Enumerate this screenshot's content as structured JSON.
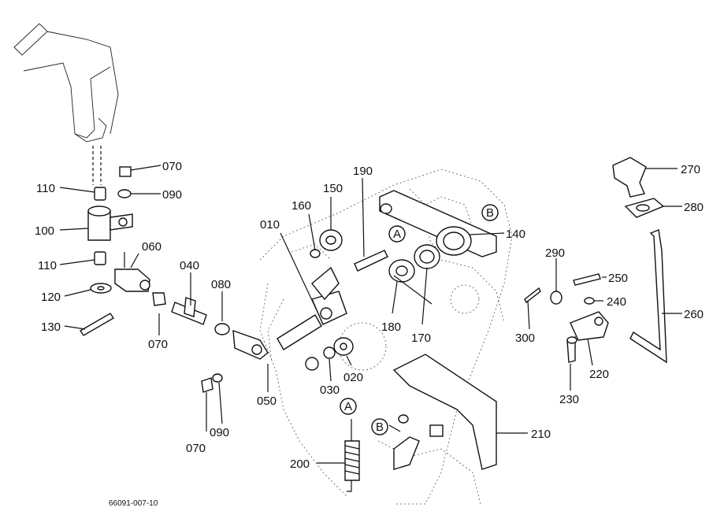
{
  "diagram": {
    "drawing_number": "66091-007-10",
    "part_labels": [
      "070",
      "110",
      "090",
      "100",
      "060",
      "110",
      "040",
      "120",
      "080",
      "130",
      "070",
      "050",
      "070",
      "090",
      "010",
      "160",
      "150",
      "190",
      "A",
      "B",
      "140",
      "180",
      "170",
      "030",
      "020",
      "A",
      "B",
      "200",
      "210",
      "290",
      "250",
      "240",
      "260",
      "300",
      "220",
      "230",
      "270",
      "280"
    ],
    "callouts": [
      "A",
      "B",
      "A",
      "B"
    ]
  }
}
